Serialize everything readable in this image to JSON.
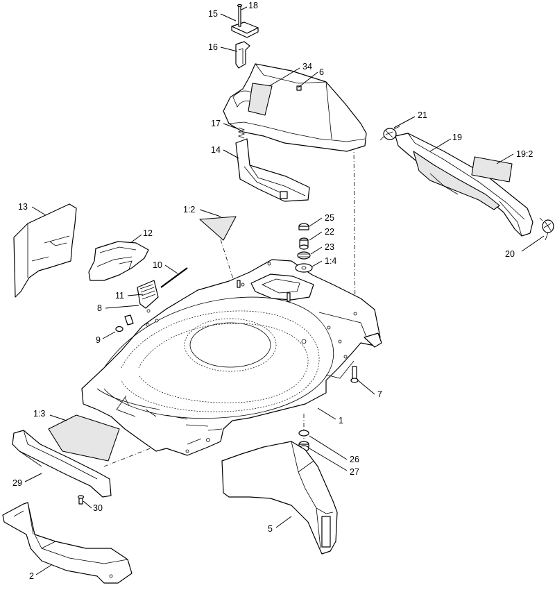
{
  "callouts": [
    {
      "id": "c15",
      "text": "15"
    },
    {
      "id": "c18",
      "text": "18"
    },
    {
      "id": "c16",
      "text": "16"
    },
    {
      "id": "c34",
      "text": "34"
    },
    {
      "id": "c6",
      "text": "6"
    },
    {
      "id": "c17",
      "text": "17"
    },
    {
      "id": "c14",
      "text": "14"
    },
    {
      "id": "c21",
      "text": "21"
    },
    {
      "id": "c19",
      "text": "19"
    },
    {
      "id": "c19_2",
      "text": "19:2"
    },
    {
      "id": "c20",
      "text": "20"
    },
    {
      "id": "c13",
      "text": "13"
    },
    {
      "id": "c12",
      "text": "12"
    },
    {
      "id": "c1_2",
      "text": "1:2"
    },
    {
      "id": "c25",
      "text": "25"
    },
    {
      "id": "c22",
      "text": "22"
    },
    {
      "id": "c23",
      "text": "23"
    },
    {
      "id": "c1_4",
      "text": "1:4"
    },
    {
      "id": "c10",
      "text": "10"
    },
    {
      "id": "c11",
      "text": "11"
    },
    {
      "id": "c8",
      "text": "8"
    },
    {
      "id": "c9",
      "text": "9"
    },
    {
      "id": "c7",
      "text": "7"
    },
    {
      "id": "c1_3",
      "text": "1:3"
    },
    {
      "id": "c1",
      "text": "1"
    },
    {
      "id": "c26",
      "text": "26"
    },
    {
      "id": "c27",
      "text": "27"
    },
    {
      "id": "c29",
      "text": "29"
    },
    {
      "id": "c30",
      "text": "30"
    },
    {
      "id": "c5",
      "text": "5"
    },
    {
      "id": "c2",
      "text": "2"
    }
  ]
}
